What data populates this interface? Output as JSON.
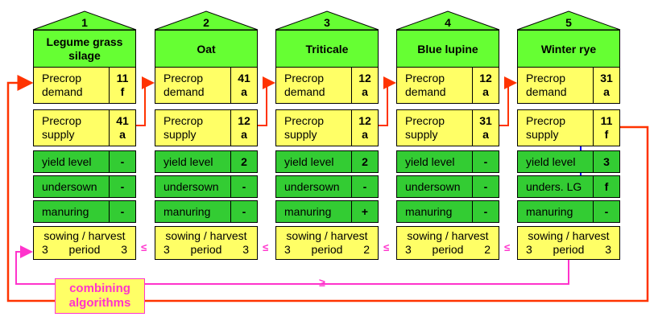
{
  "columns": [
    {
      "number": "1",
      "crop": "Legume grass silage",
      "demand_label": "Precrop demand",
      "demand_value": "11 f",
      "supply_label": "Precrop supply",
      "supply_value": "41 a",
      "yield_label": "yield level",
      "yield_value": "-",
      "undersown_label": "undersown",
      "undersown_value": "-",
      "manuring_label": "manuring",
      "manuring_value": "-",
      "sowing_label": "sowing / harvest",
      "sowing_left": "3",
      "period_label": "period",
      "sowing_right": "3"
    },
    {
      "number": "2",
      "crop": "Oat",
      "demand_label": "Precrop demand",
      "demand_value": "41 a",
      "supply_label": "Precrop supply",
      "supply_value": "12 a",
      "yield_label": "yield level",
      "yield_value": "2",
      "undersown_label": "undersown",
      "undersown_value": "-",
      "manuring_label": "manuring",
      "manuring_value": "-",
      "sowing_label": "sowing / harvest",
      "sowing_left": "3",
      "period_label": "period",
      "sowing_right": "3"
    },
    {
      "number": "3",
      "crop": "Triticale",
      "demand_label": "Precrop demand",
      "demand_value": "12 a",
      "supply_label": "Precrop supply",
      "supply_value": "12 a",
      "yield_label": "yield level",
      "yield_value": "2",
      "undersown_label": "undersown",
      "undersown_value": "-",
      "manuring_label": "manuring",
      "manuring_value": "+",
      "sowing_label": "sowing / harvest",
      "sowing_left": "3",
      "period_label": "period",
      "sowing_right": "2"
    },
    {
      "number": "4",
      "crop": "Blue lupine",
      "demand_label": "Precrop demand",
      "demand_value": "12 a",
      "supply_label": "Precrop supply",
      "supply_value": "31 a",
      "yield_label": "yield level",
      "yield_value": "-",
      "undersown_label": "undersown",
      "undersown_value": "-",
      "manuring_label": "manuring",
      "manuring_value": "-",
      "sowing_label": "sowing / harvest",
      "sowing_left": "3",
      "period_label": "period",
      "sowing_right": "2"
    },
    {
      "number": "5",
      "crop": "Winter rye",
      "demand_label": "Precrop demand",
      "demand_value": "31 a",
      "supply_label": "Precrop supply",
      "supply_value": "11 f",
      "yield_label": "yield level",
      "yield_value": "3",
      "undersown_label": "unders. LG",
      "undersown_value": "f",
      "manuring_label": "manuring",
      "manuring_value": "-",
      "sowing_label": "sowing / harvest",
      "sowing_left": "3",
      "period_label": "period",
      "sowing_right": "3"
    }
  ],
  "comparators": [
    "≤",
    "≤",
    "≤",
    "≤"
  ],
  "combining_label": "combining algorithms",
  "bottom_comparator": "≥",
  "colors": {
    "crop_green": "#66ff33",
    "attribute_green": "#33cc33",
    "value_yellow": "#ffff66",
    "flow_arrow": "#ff3300",
    "combine_pink": "#ff33cc",
    "undersown_link": "#0000ff"
  }
}
